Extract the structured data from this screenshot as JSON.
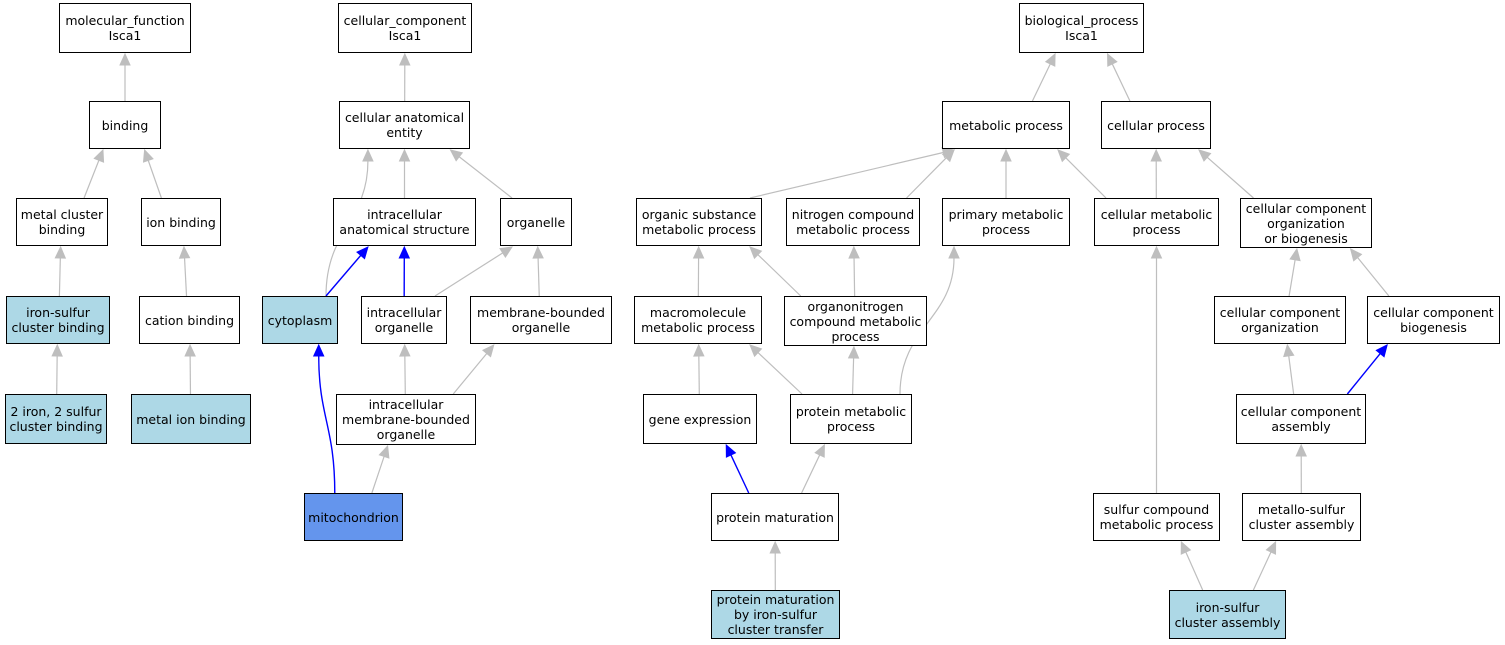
{
  "colors": {
    "node_default": "#ffffff",
    "node_annotated": "#add8e6",
    "node_selected": "#6495ed",
    "edge_default": "#bebebe",
    "edge_highlight": "#0000ff"
  },
  "nodes": {
    "mf_root": {
      "label": "molecular_function\nIsca1",
      "style": "white"
    },
    "binding": {
      "label": "binding",
      "style": "white"
    },
    "metal_cluster_binding": {
      "label": "metal cluster\nbinding",
      "style": "white"
    },
    "ion_binding": {
      "label": "ion binding",
      "style": "white"
    },
    "iron_sulfur_cluster_binding": {
      "label": "iron-sulfur\ncluster binding",
      "style": "light"
    },
    "cation_binding": {
      "label": "cation binding",
      "style": "white"
    },
    "two_iron_two_sulfur": {
      "label": "2 iron, 2 sulfur\ncluster binding",
      "style": "light"
    },
    "metal_ion_binding": {
      "label": "metal ion binding",
      "style": "light"
    },
    "cc_root": {
      "label": "cellular_component\nIsca1",
      "style": "white"
    },
    "cellular_anatomical_entity": {
      "label": "cellular anatomical\nentity",
      "style": "white"
    },
    "intracellular_anatomical_structure": {
      "label": "intracellular\nanatomical structure",
      "style": "white"
    },
    "organelle": {
      "label": "organelle",
      "style": "white"
    },
    "cytoplasm": {
      "label": "cytoplasm",
      "style": "light"
    },
    "intracellular_organelle": {
      "label": "intracellular\norganelle",
      "style": "white"
    },
    "membrane_bounded_organelle": {
      "label": "membrane-bounded\norganelle",
      "style": "white"
    },
    "intracellular_membrane_bounded_organelle": {
      "label": "intracellular\nmembrane-bounded\norganelle",
      "style": "white"
    },
    "mitochondrion": {
      "label": "mitochondrion",
      "style": "dark"
    },
    "bp_root": {
      "label": "biological_process\nIsca1",
      "style": "white"
    },
    "metabolic_process": {
      "label": "metabolic process",
      "style": "white"
    },
    "cellular_process": {
      "label": "cellular process",
      "style": "white"
    },
    "organic_substance_metabolic_process": {
      "label": "organic substance\nmetabolic process",
      "style": "white"
    },
    "nitrogen_compound_metabolic_process": {
      "label": "nitrogen compound\nmetabolic process",
      "style": "white"
    },
    "primary_metabolic_process": {
      "label": "primary metabolic\nprocess",
      "style": "white"
    },
    "cellular_metabolic_process": {
      "label": "cellular metabolic\nprocess",
      "style": "white"
    },
    "cc_organization_or_biogenesis": {
      "label": "cellular component\norganization\nor biogenesis",
      "style": "white"
    },
    "macromolecule_metabolic_process": {
      "label": "macromolecule\nmetabolic process",
      "style": "white"
    },
    "organonitrogen_compound_metabolic_process": {
      "label": "organonitrogen\ncompound metabolic\nprocess",
      "style": "white"
    },
    "cc_organization": {
      "label": "cellular component\norganization",
      "style": "white"
    },
    "cc_biogenesis": {
      "label": "cellular component\nbiogenesis",
      "style": "white"
    },
    "gene_expression": {
      "label": "gene expression",
      "style": "white"
    },
    "protein_metabolic_process": {
      "label": "protein metabolic\nprocess",
      "style": "white"
    },
    "cc_assembly": {
      "label": "cellular component\nassembly",
      "style": "white"
    },
    "protein_maturation": {
      "label": "protein maturation",
      "style": "white"
    },
    "sulfur_compound_metabolic_process": {
      "label": "sulfur compound\nmetabolic process",
      "style": "white"
    },
    "metallo_sulfur_cluster_assembly": {
      "label": "metallo-sulfur\ncluster assembly",
      "style": "white"
    },
    "protein_maturation_by_fes_transfer": {
      "label": "protein maturation\nby iron-sulfur\ncluster transfer",
      "style": "light"
    },
    "iron_sulfur_cluster_assembly": {
      "label": "iron-sulfur\ncluster assembly",
      "style": "light"
    }
  },
  "edges": [
    {
      "from": "binding",
      "to": "mf_root",
      "color": "grey"
    },
    {
      "from": "metal_cluster_binding",
      "to": "binding",
      "color": "grey"
    },
    {
      "from": "ion_binding",
      "to": "binding",
      "color": "grey"
    },
    {
      "from": "iron_sulfur_cluster_binding",
      "to": "metal_cluster_binding",
      "color": "grey"
    },
    {
      "from": "cation_binding",
      "to": "ion_binding",
      "color": "grey"
    },
    {
      "from": "two_iron_two_sulfur",
      "to": "iron_sulfur_cluster_binding",
      "color": "grey"
    },
    {
      "from": "metal_ion_binding",
      "to": "cation_binding",
      "color": "grey"
    },
    {
      "from": "cellular_anatomical_entity",
      "to": "cc_root",
      "color": "grey"
    },
    {
      "from": "cytoplasm",
      "to": "cellular_anatomical_entity",
      "color": "grey",
      "curve": true
    },
    {
      "from": "intracellular_anatomical_structure",
      "to": "cellular_anatomical_entity",
      "color": "grey"
    },
    {
      "from": "organelle",
      "to": "cellular_anatomical_entity",
      "color": "grey"
    },
    {
      "from": "cytoplasm",
      "to": "intracellular_anatomical_structure",
      "color": "blue"
    },
    {
      "from": "intracellular_organelle",
      "to": "intracellular_anatomical_structure",
      "color": "blue"
    },
    {
      "from": "intracellular_organelle",
      "to": "organelle",
      "color": "grey"
    },
    {
      "from": "membrane_bounded_organelle",
      "to": "organelle",
      "color": "grey"
    },
    {
      "from": "intracellular_membrane_bounded_organelle",
      "to": "intracellular_organelle",
      "color": "grey"
    },
    {
      "from": "intracellular_membrane_bounded_organelle",
      "to": "membrane_bounded_organelle",
      "color": "grey"
    },
    {
      "from": "mitochondrion",
      "to": "cytoplasm",
      "color": "blue",
      "curve": true
    },
    {
      "from": "mitochondrion",
      "to": "intracellular_membrane_bounded_organelle",
      "color": "grey"
    },
    {
      "from": "metabolic_process",
      "to": "bp_root",
      "color": "grey"
    },
    {
      "from": "cellular_process",
      "to": "bp_root",
      "color": "grey"
    },
    {
      "from": "organic_substance_metabolic_process",
      "to": "metabolic_process",
      "color": "grey"
    },
    {
      "from": "nitrogen_compound_metabolic_process",
      "to": "metabolic_process",
      "color": "grey"
    },
    {
      "from": "primary_metabolic_process",
      "to": "metabolic_process",
      "color": "grey"
    },
    {
      "from": "cellular_metabolic_process",
      "to": "metabolic_process",
      "color": "grey"
    },
    {
      "from": "cellular_metabolic_process",
      "to": "cellular_process",
      "color": "grey"
    },
    {
      "from": "cc_organization_or_biogenesis",
      "to": "cellular_process",
      "color": "grey"
    },
    {
      "from": "macromolecule_metabolic_process",
      "to": "organic_substance_metabolic_process",
      "color": "grey"
    },
    {
      "from": "organonitrogen_compound_metabolic_process",
      "to": "organic_substance_metabolic_process",
      "color": "grey"
    },
    {
      "from": "organonitrogen_compound_metabolic_process",
      "to": "nitrogen_compound_metabolic_process",
      "color": "grey"
    },
    {
      "from": "cc_organization",
      "to": "cc_organization_or_biogenesis",
      "color": "grey"
    },
    {
      "from": "cc_biogenesis",
      "to": "cc_organization_or_biogenesis",
      "color": "grey"
    },
    {
      "from": "gene_expression",
      "to": "macromolecule_metabolic_process",
      "color": "grey"
    },
    {
      "from": "protein_metabolic_process",
      "to": "macromolecule_metabolic_process",
      "color": "grey"
    },
    {
      "from": "protein_metabolic_process",
      "to": "organonitrogen_compound_metabolic_process",
      "color": "grey"
    },
    {
      "from": "protein_metabolic_process",
      "to": "primary_metabolic_process",
      "color": "grey",
      "curve": true
    },
    {
      "from": "cc_assembly",
      "to": "cc_organization",
      "color": "grey"
    },
    {
      "from": "cc_assembly",
      "to": "cc_biogenesis",
      "color": "blue"
    },
    {
      "from": "protein_maturation",
      "to": "gene_expression",
      "color": "blue"
    },
    {
      "from": "protein_maturation",
      "to": "protein_metabolic_process",
      "color": "grey"
    },
    {
      "from": "sulfur_compound_metabolic_process",
      "to": "cellular_metabolic_process",
      "color": "grey"
    },
    {
      "from": "metallo_sulfur_cluster_assembly",
      "to": "cc_assembly",
      "color": "grey"
    },
    {
      "from": "protein_maturation_by_fes_transfer",
      "to": "protein_maturation",
      "color": "grey"
    },
    {
      "from": "iron_sulfur_cluster_assembly",
      "to": "sulfur_compound_metabolic_process",
      "color": "grey"
    },
    {
      "from": "iron_sulfur_cluster_assembly",
      "to": "metallo_sulfur_cluster_assembly",
      "color": "grey"
    }
  ]
}
